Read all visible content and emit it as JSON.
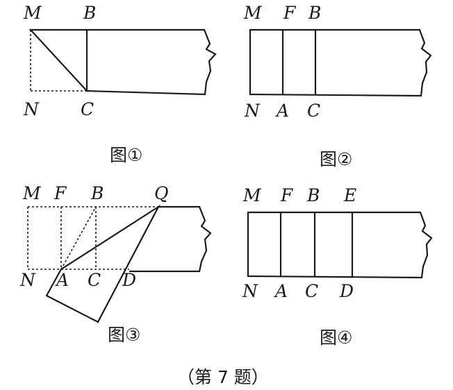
{
  "figures": [
    {
      "caption": "图①",
      "labels": {
        "M": "M",
        "B": "B",
        "N": "N",
        "C": "C"
      }
    },
    {
      "caption": "图②",
      "labels": {
        "M": "M",
        "F": "F",
        "B": "B",
        "N": "N",
        "A": "A",
        "C": "C"
      }
    },
    {
      "caption": "图③",
      "labels": {
        "M": "M",
        "F": "F",
        "B": "B",
        "Q": "Q",
        "N": "N",
        "A": "A",
        "C": "C",
        "D": "D"
      }
    },
    {
      "caption": "图④",
      "labels": {
        "M": "M",
        "F": "F",
        "B": "B",
        "E": "E",
        "N": "N",
        "A": "A",
        "C": "C",
        "D": "D"
      }
    }
  ],
  "problem_caption": "（第 7 题）"
}
